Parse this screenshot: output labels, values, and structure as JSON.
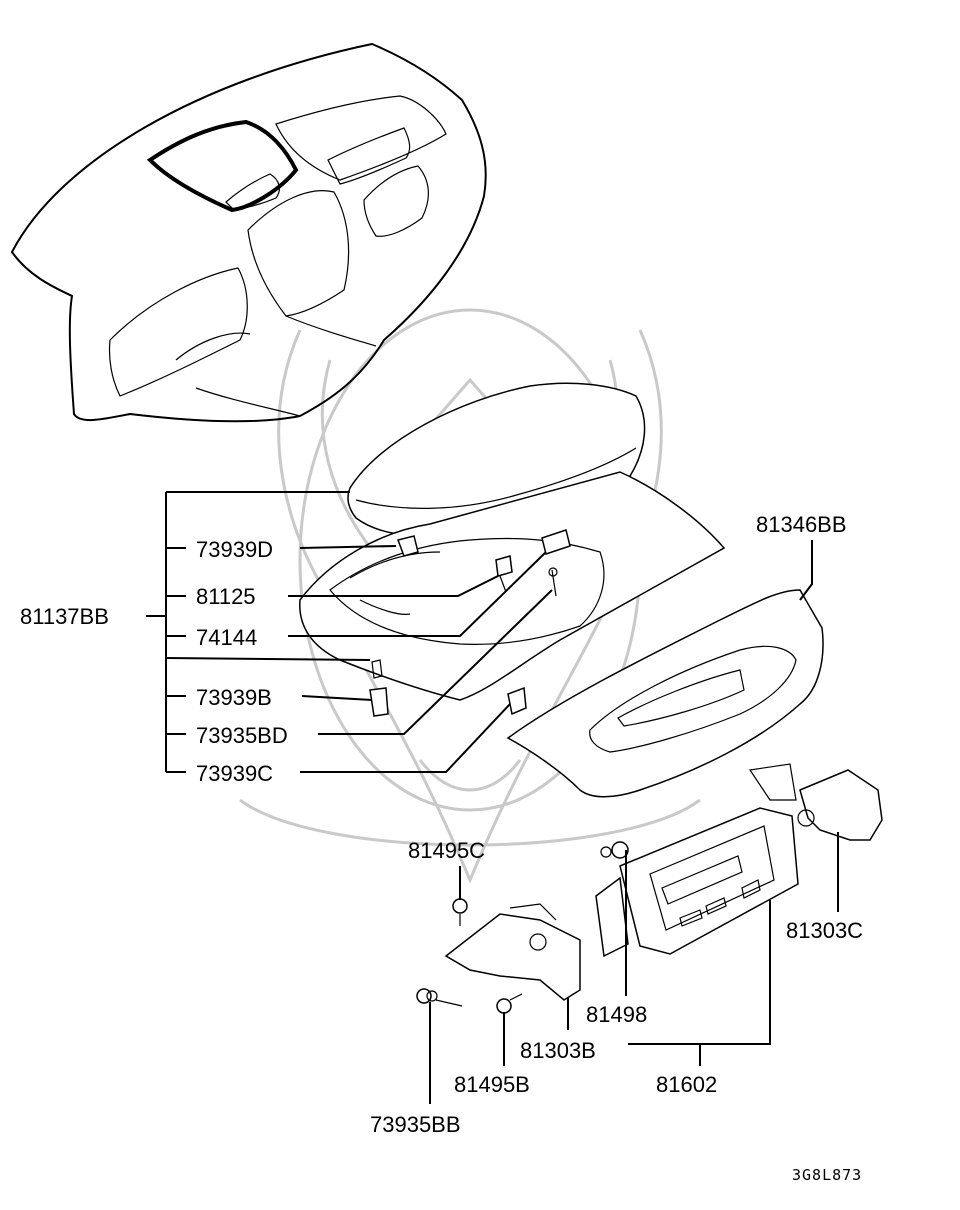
{
  "diagram": {
    "labels": {
      "p81137BB": "81137BB",
      "p73939D": "73939D",
      "p81125": "81125",
      "p74144": "74144",
      "p73939B": "73939B",
      "p73935BD": "73935BD",
      "p73939C": "73939C",
      "p81346BB": "81346BB",
      "p81495C": "81495C",
      "p81498": "81498",
      "p81303C": "81303C",
      "p81303B": "81303B",
      "p81495B": "81495B",
      "p81602": "81602",
      "p73935BB": "73935BB"
    },
    "drawing_code": "3G8L873"
  }
}
